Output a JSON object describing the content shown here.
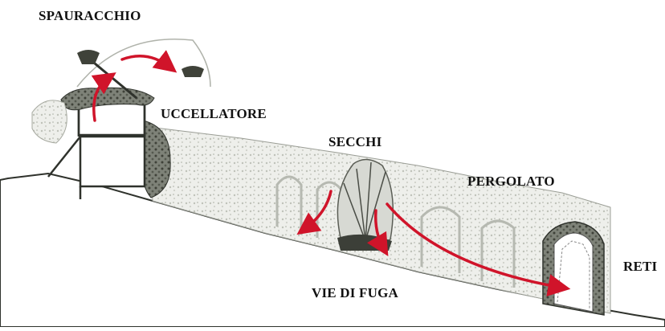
{
  "labels": {
    "spauracchio": "SPAURACCHIO",
    "uccellatore": "UCCELLATORE",
    "secchi": "SECCHI",
    "pergolato": "PERGOLATO",
    "reti": "RETI",
    "vie_di_fuga": "VIE DI FUGA"
  },
  "colors": {
    "arrow": "#d0142a",
    "ink": "#222222",
    "foliage_light": "#e9eae6",
    "foliage_mid": "#c9cbc4",
    "foliage_dark": "#4a4d46",
    "ground": "#2f322c"
  }
}
